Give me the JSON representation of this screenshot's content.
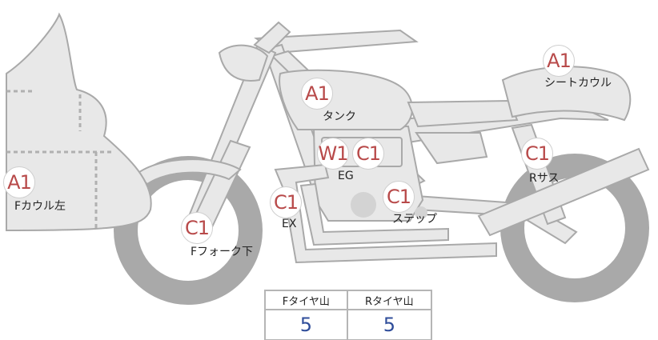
{
  "parts": [
    {
      "id": "tank",
      "grade": "A1",
      "label": "タンク"
    },
    {
      "id": "seat-cowl",
      "grade": "A1",
      "label": "シートカウル"
    },
    {
      "id": "f-cowl-left",
      "grade": "A1",
      "label": "Fカウル左"
    },
    {
      "id": "eg",
      "grade": "W1",
      "grade2": "C1",
      "label": "EG"
    },
    {
      "id": "r-sus",
      "grade": "C1",
      "label": "Rサス"
    },
    {
      "id": "ex",
      "grade": "C1",
      "label": "EX"
    },
    {
      "id": "step",
      "grade": "C1",
      "label": "ステップ"
    },
    {
      "id": "f-fork-lower",
      "grade": "C1",
      "label": "Fフォーク下"
    }
  ],
  "tire_table": {
    "headers": [
      "Fタイヤ山",
      "Rタイヤ山"
    ],
    "values": [
      "5",
      "5"
    ]
  }
}
